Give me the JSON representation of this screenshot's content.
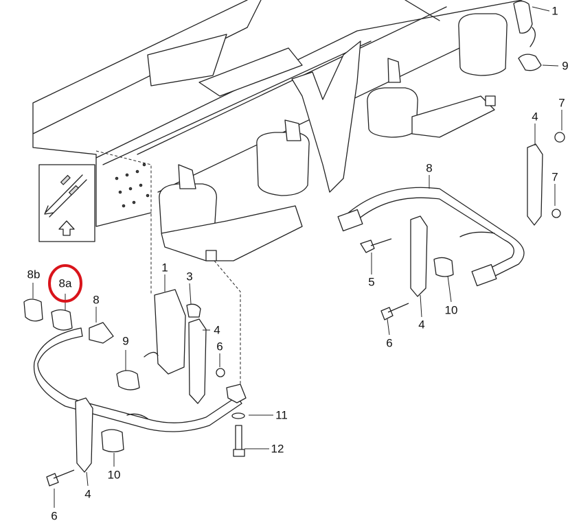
{
  "diagram": {
    "highlight_color": "#d9141b",
    "callouts": [
      {
        "id": "c1-top",
        "text": "1"
      },
      {
        "id": "c9-top",
        "text": "9"
      },
      {
        "id": "c7-top",
        "text": "7"
      },
      {
        "id": "c4-right-top",
        "text": "4"
      },
      {
        "id": "c8-right",
        "text": "8"
      },
      {
        "id": "c7-mid",
        "text": "7"
      },
      {
        "id": "c5",
        "text": "5"
      },
      {
        "id": "c10-right",
        "text": "10"
      },
      {
        "id": "c4-right-bottom",
        "text": "4"
      },
      {
        "id": "c6-right",
        "text": "6"
      },
      {
        "id": "c8b",
        "text": "8b"
      },
      {
        "id": "c8a",
        "text": "8a"
      },
      {
        "id": "c8-left",
        "text": "8"
      },
      {
        "id": "c1-left",
        "text": "1"
      },
      {
        "id": "c3",
        "text": "3"
      },
      {
        "id": "c4-left-top",
        "text": "4"
      },
      {
        "id": "c6-left-top",
        "text": "6"
      },
      {
        "id": "c9-left",
        "text": "9"
      },
      {
        "id": "c11",
        "text": "11"
      },
      {
        "id": "c12",
        "text": "12"
      },
      {
        "id": "c10-left",
        "text": "10"
      },
      {
        "id": "c4-left-bottom",
        "text": "4"
      },
      {
        "id": "c6-left-bottom",
        "text": "6"
      }
    ]
  }
}
